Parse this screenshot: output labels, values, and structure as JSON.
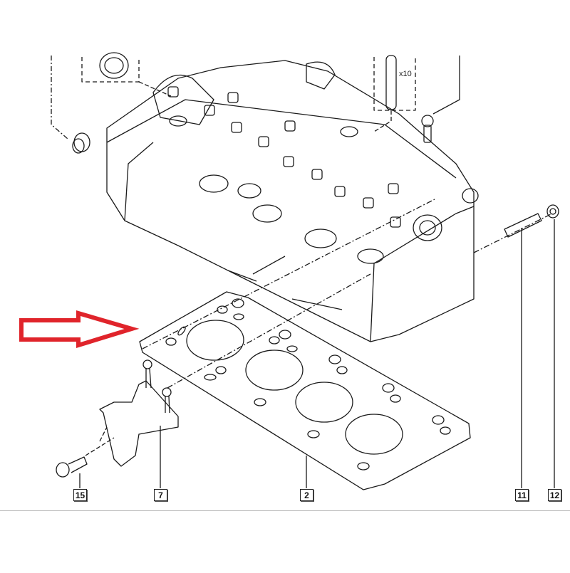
{
  "diagram": {
    "type": "exploded-parts-view",
    "subject": "cylinder head assembly with head gasket",
    "highlight_arrow": {
      "color": "#e0242b",
      "direction": "right",
      "points_to": "cylinder head gasket"
    },
    "callouts": [
      {
        "id": "15",
        "label": "15",
        "part": "bolt"
      },
      {
        "id": "7",
        "label": "7",
        "part": "bracket"
      },
      {
        "id": "2",
        "label": "2",
        "part": "cylinder head gasket"
      },
      {
        "id": "11",
        "label": "11",
        "part": "stud"
      },
      {
        "id": "12",
        "label": "12",
        "part": "nut"
      }
    ],
    "quantity_note": "x10",
    "line_color": "#1a1a1a",
    "background": "#ffffff"
  }
}
